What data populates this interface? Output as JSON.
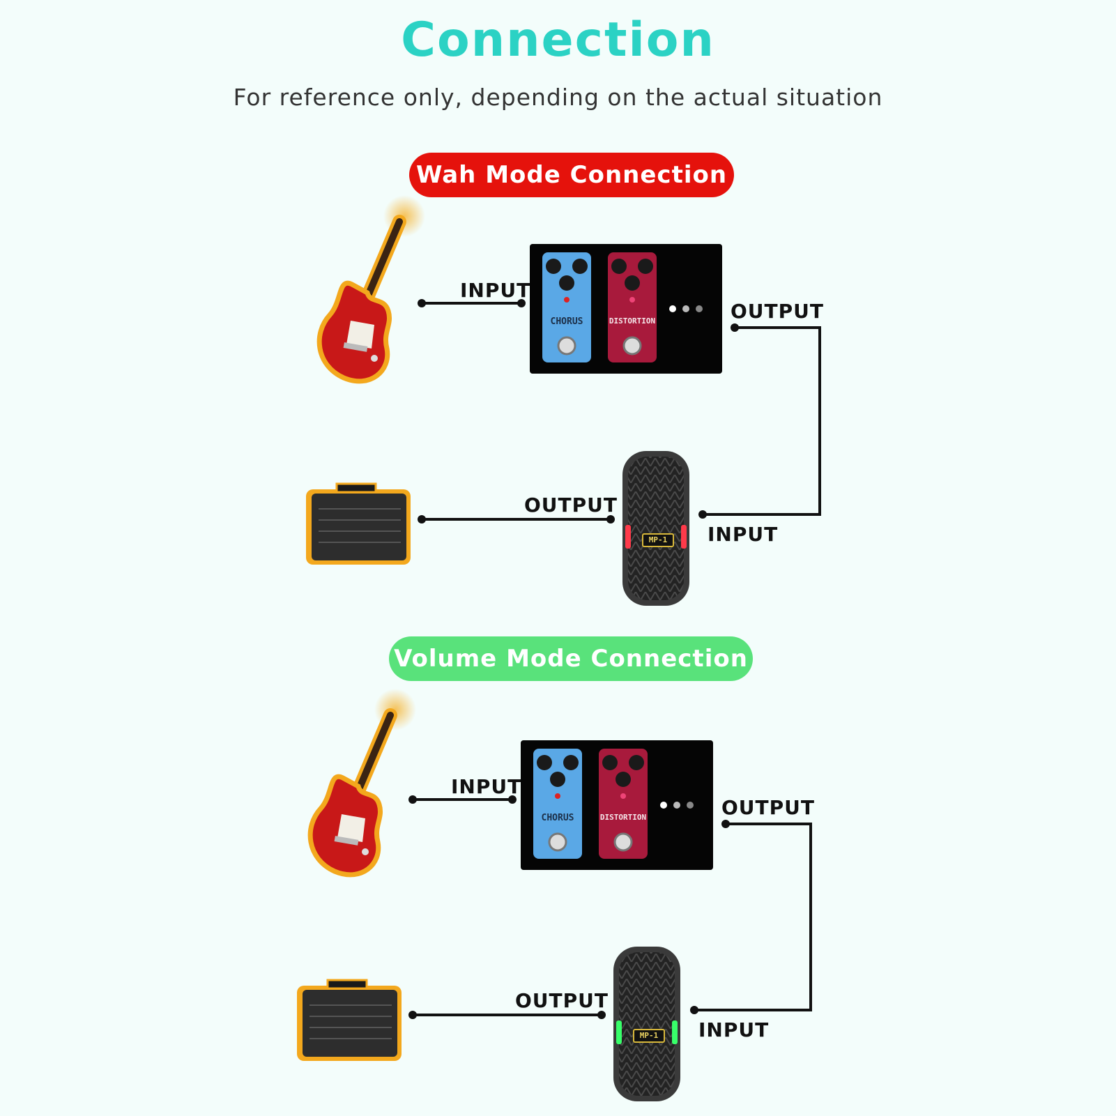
{
  "header": {
    "title": "Connection",
    "subtitle": "For reference only, depending on the actual situation"
  },
  "colors": {
    "title": "#2bd2c4",
    "wah_badge": "#e5120c",
    "volume_badge": "#59e27b",
    "wah_led": "#ff3a4a",
    "volume_led": "#38ff6a"
  },
  "sections": [
    {
      "badge": "Wah Mode Connection",
      "input_label": "INPUT",
      "board_output_label": "OUTPUT",
      "pedal_output_label": "OUTPUT",
      "pedal_input_label": "INPUT",
      "pedals": [
        "CHORUS",
        "DISTORTION"
      ],
      "pedal_model": "MP-1",
      "led_color": "#ff3a4a"
    },
    {
      "badge": "Volume Mode Connection",
      "input_label": "INPUT",
      "board_output_label": "OUTPUT",
      "pedal_output_label": "OUTPUT",
      "pedal_input_label": "INPUT",
      "pedals": [
        "CHORUS",
        "DISTORTION"
      ],
      "pedal_model": "MP-1",
      "led_color": "#38ff6a"
    }
  ]
}
